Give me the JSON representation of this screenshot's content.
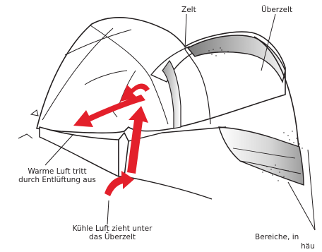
{
  "labels": {
    "tent": "Zelt",
    "fly": "Überzelt",
    "warm_line1": "Warme Luft tritt",
    "warm_line2": "durch Entlüftung aus",
    "cool_line1": "Kühle Luft zieht unter",
    "cool_line2": "das Überzelt",
    "areas_line1": "Bereiche, in",
    "areas_line2": "häu"
  },
  "colors": {
    "arrow": "#e3202b",
    "outline": "#231f20",
    "shadow": "#bcbcbc",
    "background": "#ffffff"
  }
}
